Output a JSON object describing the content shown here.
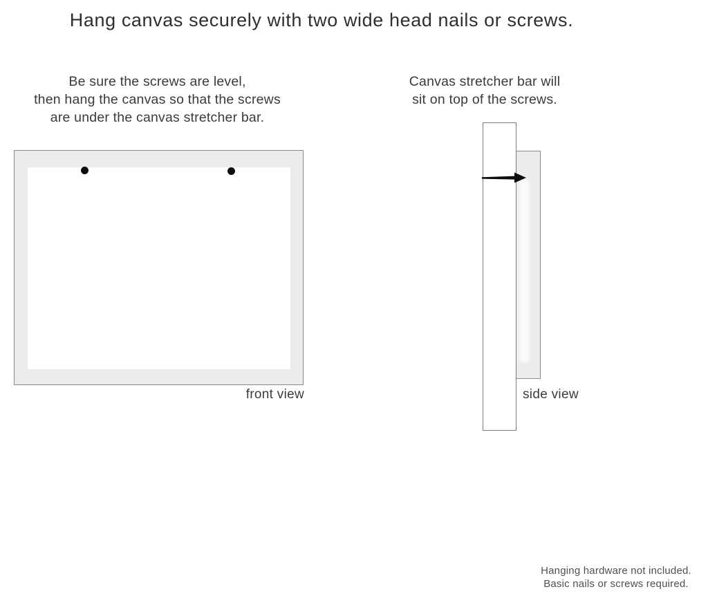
{
  "title": "Hang canvas securely with two wide head nails or screws.",
  "instructions": {
    "left": {
      "line1": "Be sure the screws are level,",
      "line2": "then hang the canvas so that the screws",
      "line3": "are under the canvas stretcher bar."
    },
    "right": {
      "line1": "Canvas stretcher bar will",
      "line2": "sit on top of the screws."
    }
  },
  "front_view": {
    "label": "front view",
    "screw_count": 2
  },
  "side_view": {
    "label": "side view"
  },
  "footer": {
    "line1": "Hanging hardware not included.",
    "line2": "Basic nails or screws required."
  },
  "icons": {
    "screw_head": "filled-circle",
    "nail_side": "horizontal-nail-pointing-right"
  },
  "colors": {
    "background": "#ffffff",
    "canvas_frame": "#ebebeb",
    "canvas_border": "#8a8a8a",
    "bar_border": "#7d7d7d",
    "nail": "#0d0d0d",
    "title_text": "#2f2f2f",
    "body_text": "#3a3a3a",
    "footer_text": "#4f4f4f"
  }
}
